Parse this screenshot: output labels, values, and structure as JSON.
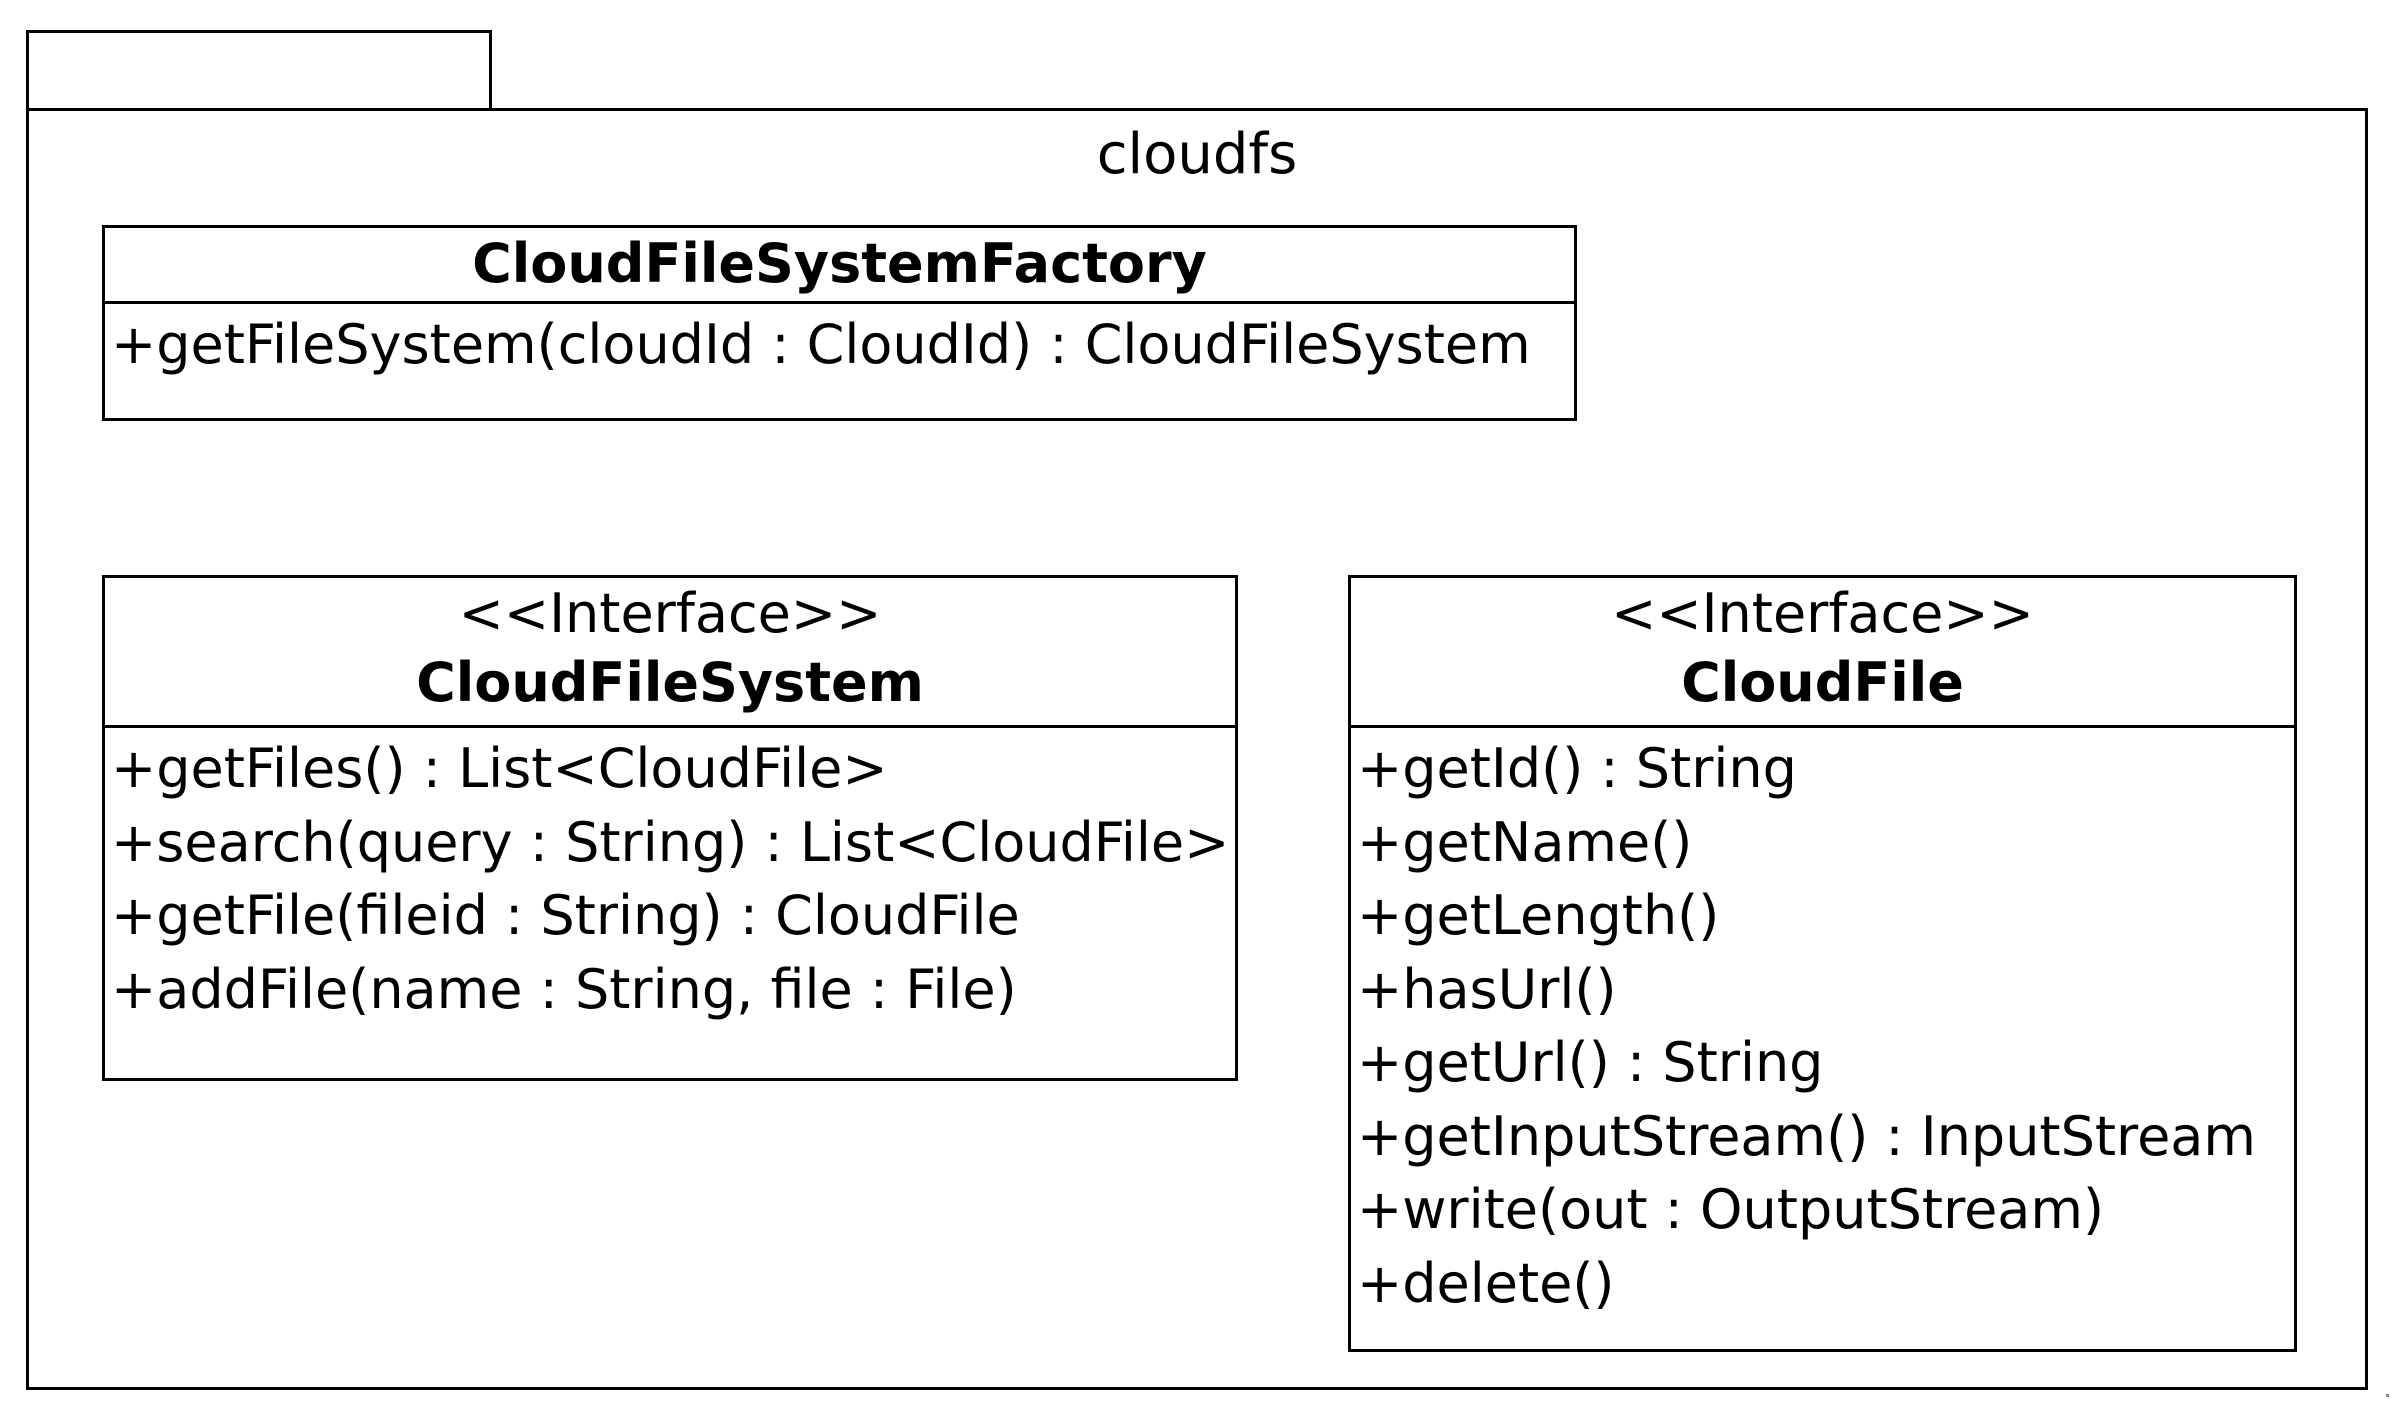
{
  "package": {
    "name": "cloudfs"
  },
  "classes": {
    "factory": {
      "name": "CloudFileSystemFactory",
      "operations": [
        "+getFileSystem(cloudId : CloudId) : CloudFileSystem"
      ]
    },
    "filesystem": {
      "stereotype": "<<Interface>>",
      "name": "CloudFileSystem",
      "operations": [
        "+getFiles() : List<CloudFile>",
        "+search(query : String) : List<CloudFile>",
        "+getFile(fileid : String) : CloudFile",
        "+addFile(name : String, file : File)"
      ]
    },
    "file": {
      "stereotype": "<<Interface>>",
      "name": "CloudFile",
      "operations": [
        "+getId() : String",
        "+getName()",
        "+getLength()",
        "+hasUrl()",
        "+getUrl() : String",
        "+getInputStream() : InputStream",
        "+write(out : OutputStream)",
        "+delete()"
      ]
    }
  }
}
